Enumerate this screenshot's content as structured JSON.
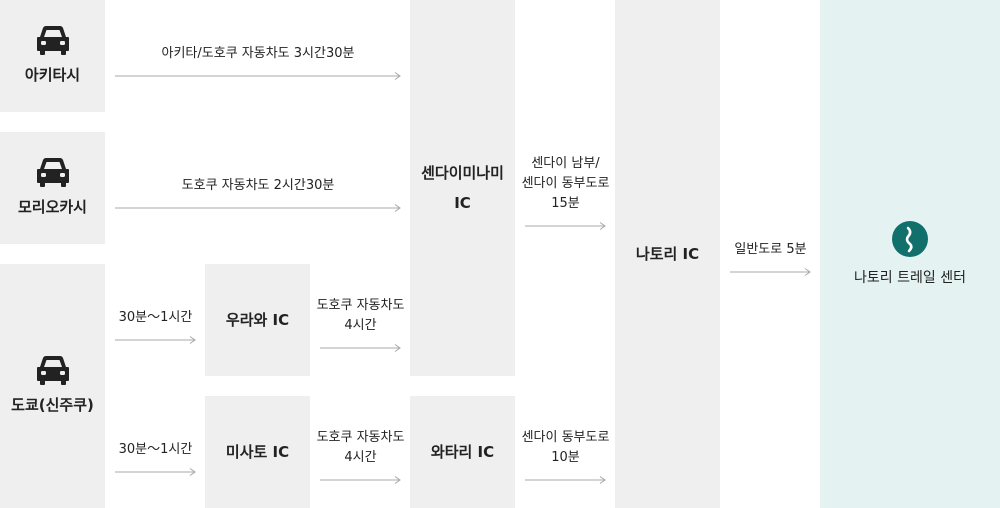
{
  "origins": {
    "akita": {
      "label": "아키타시",
      "icon": "car-icon"
    },
    "morioka": {
      "label": "모리오카시",
      "icon": "car-icon"
    },
    "tokyo": {
      "label": "도쿄(신주쿠)",
      "icon": "car-icon"
    }
  },
  "interchanges": {
    "urawa": "우라와 IC",
    "misato": "미사토 IC",
    "sendai_minami": [
      "센다이미나미",
      "IC"
    ],
    "watari": "와타리 IC",
    "natori": "나토리 IC"
  },
  "routes": {
    "akita_to_sendai": "아키타/도호쿠 자동차도 3시간30분",
    "morioka_to_sendai": "도호쿠 자동차도 2시간30분",
    "tokyo_to_urawa": "30분〜1시간",
    "tokyo_to_misato": "30분〜1시간",
    "urawa_to_sendai": [
      "도호쿠 자동차도",
      "4시간"
    ],
    "misato_to_watari": [
      "도호쿠 자동차도",
      "4시간"
    ],
    "sendai_to_natori": [
      "센다이 남부/",
      "센다이 동부도로",
      "15분"
    ],
    "watari_to_natori": [
      "센다이 동부도로",
      "10분"
    ],
    "natori_to_center": "일반도로 5분"
  },
  "destination": {
    "label": "나토리 트레일 센터",
    "icon": "trail-marker-icon"
  },
  "colors": {
    "box": "#efefef",
    "destination_bg": "#e5f2f2",
    "destination_icon": "#11706b",
    "arrow": "#a8a8a8",
    "text": "#222222"
  }
}
